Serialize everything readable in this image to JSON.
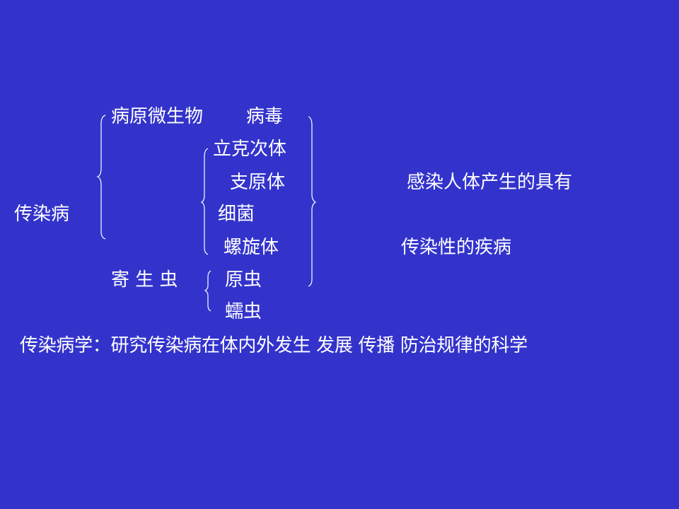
{
  "slide": {
    "root": "传染病",
    "pathogen_label": "病原微生物",
    "parasite_label": "寄 生 虫",
    "microbes": [
      "病毒",
      "立克次体",
      "支原体",
      "细菌",
      "螺旋体"
    ],
    "parasites": [
      "原虫",
      "蠕虫"
    ],
    "definition_line1": "感染人体产生的具有",
    "definition_line2": "传染性的疾病",
    "footer": "传染病学：研究传染病在体内外发生 发展 传播 防治规律的科学"
  }
}
